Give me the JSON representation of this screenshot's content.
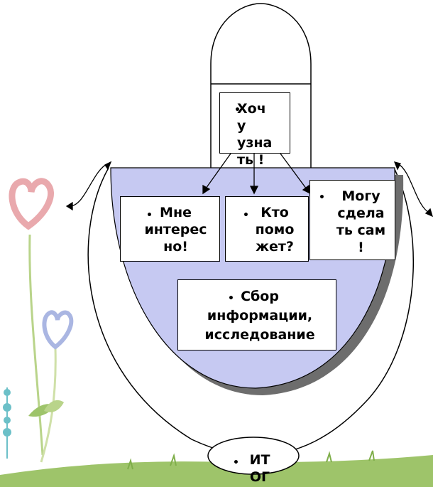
{
  "bullet": "•",
  "boxes": {
    "want_to_know": "Хоч\nу\nузна\nть !",
    "interested": "Мне\nинтерес\nно!",
    "who_helps": "Кто\nпомо\nжет?",
    "can_do_myself": "Могу\nсдела\nть сам\n!",
    "info_gathering": "Сбор\nинформации,\nисследование",
    "result": "ИТ\nОГ"
  },
  "colors": {
    "bowl_fill": "#c6c9f2",
    "bowl_shadow": "#6d6d6d",
    "grass": "#9ec46a",
    "flower_pink": "#e9a9ad",
    "flower_blue": "#aab6e2",
    "stem_green": "#b9d48a",
    "bead_teal": "#6cc0c8"
  }
}
